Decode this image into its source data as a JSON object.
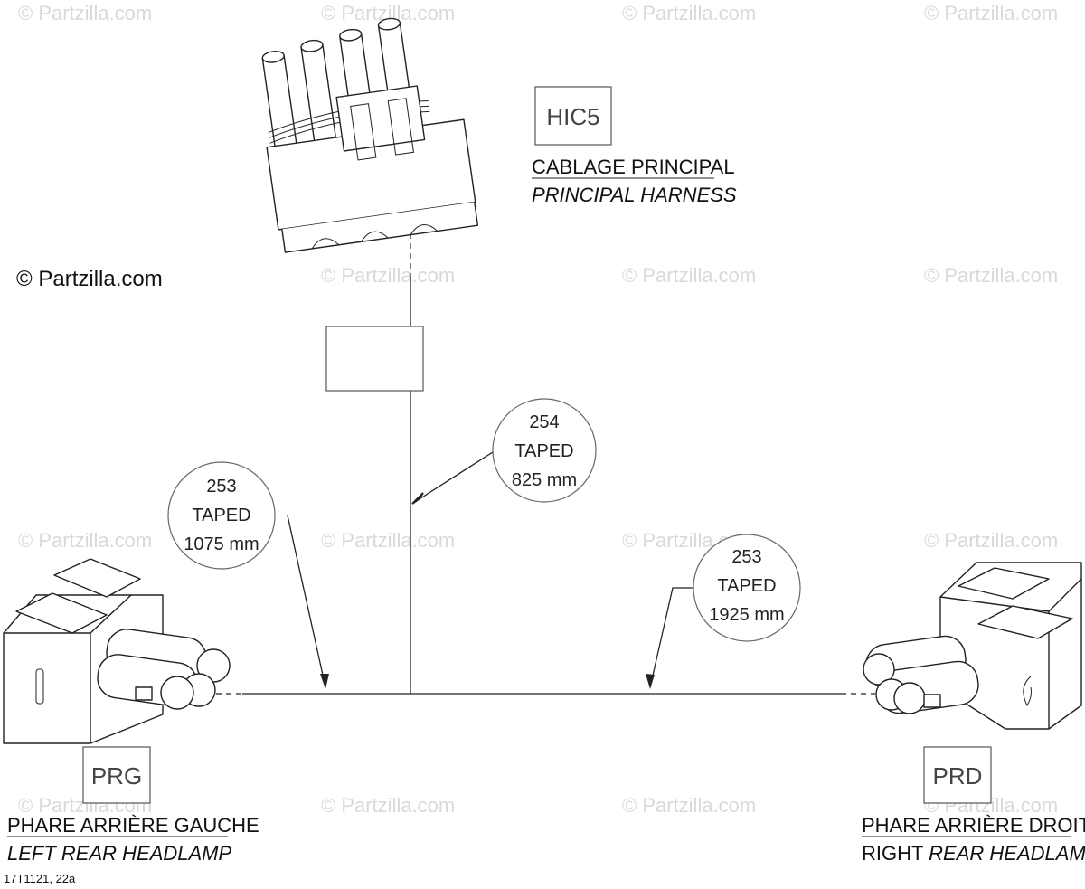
{
  "watermark": "© Partzilla.com",
  "watermark_main": "© Partzilla.com",
  "connectors": {
    "main": {
      "code": "HIC5",
      "label_fr": "CABLAGE PRINCIPAL",
      "label_en": "PRINCIPAL HARNESS"
    },
    "left": {
      "code": "PRG",
      "label_fr": "PHARE ARRIÈRE GAUCHE",
      "label_en": "LEFT REAR HEADLAMP"
    },
    "right": {
      "code": "PRD",
      "label_fr": "PHARE ARRIÈRE DROIT",
      "label_en_plain": "RIGHT",
      "label_en_italic": "REAR HEADLAMP"
    }
  },
  "callouts": {
    "trunk": {
      "wire": "254",
      "finish": "TAPED",
      "length": "825 mm"
    },
    "left_branch": {
      "wire": "253",
      "finish": "TAPED",
      "length": "1075 mm"
    },
    "right_branch": {
      "wire": "253",
      "finish": "TAPED",
      "length": "1925 mm"
    }
  },
  "reference": "17T1121, 22a"
}
